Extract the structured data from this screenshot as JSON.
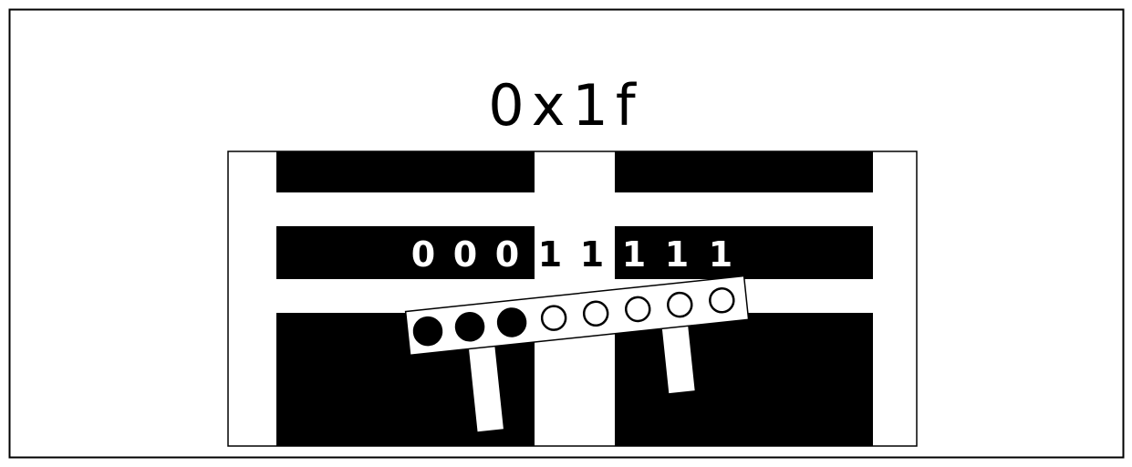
{
  "title": "0x1f",
  "bits": [
    "0",
    "0",
    "0",
    "1",
    "1",
    "1",
    "1",
    "1"
  ],
  "dip_switches": [
    {
      "state": "filled"
    },
    {
      "state": "filled"
    },
    {
      "state": "filled"
    },
    {
      "state": "empty"
    },
    {
      "state": "empty"
    },
    {
      "state": "empty"
    },
    {
      "state": "empty"
    },
    {
      "state": "empty"
    }
  ],
  "colors": {
    "ink": "#000000",
    "paper": "#ffffff"
  }
}
